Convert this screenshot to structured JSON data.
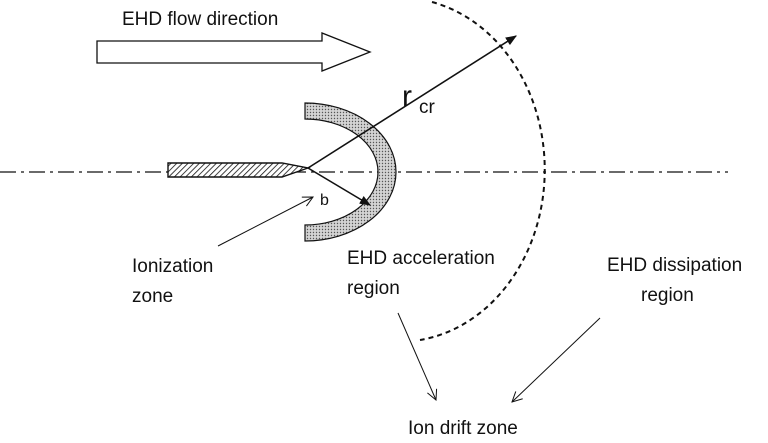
{
  "labels": {
    "flow_direction": "EHD flow direction",
    "radius_symbol": "r",
    "radius_subscript": "cr",
    "inner_radius": "b",
    "ionization_line1": "Ionization",
    "ionization_line2": "zone",
    "acceleration_line1": "EHD acceleration",
    "acceleration_line2": "region",
    "dissipation_line1": "EHD dissipation",
    "dissipation_line2": "region",
    "ion_drift": "Ion drift zone"
  },
  "colors": {
    "stroke": "#111111",
    "zone_fill": "#c9c9c9",
    "background": "#ffffff"
  }
}
